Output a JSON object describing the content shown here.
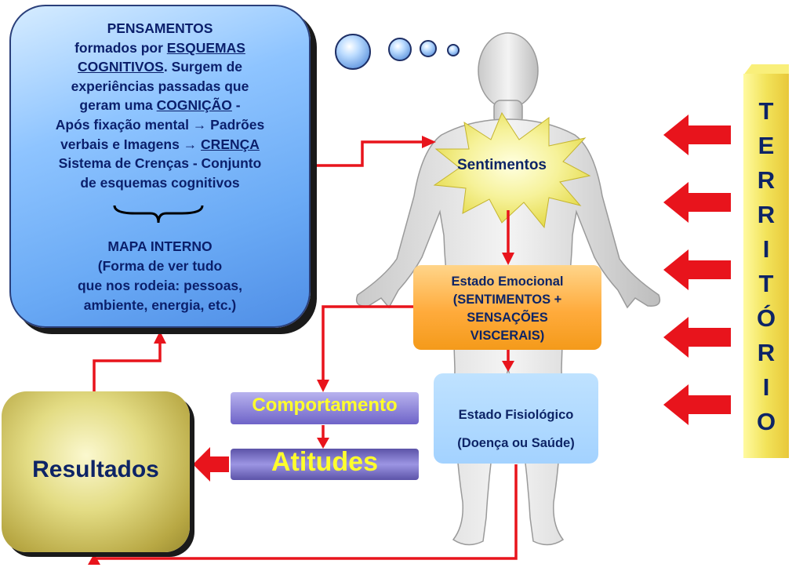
{
  "thoughts_box": {
    "lines": [
      "PENSAMENTOS",
      "formados por ",
      "ESQUEMAS",
      "COGNITIVOS",
      ". Surgem de",
      "experiências passadas que",
      "geram uma ",
      "COGNIÇÃO",
      " -",
      "Após fixação mental → Padrões",
      "verbais e Imagens → ",
      "CRENÇA",
      "Sistema de Crenças - Conjunto",
      "de esquemas cognitivos"
    ],
    "map_lines": [
      "MAPA INTERNO",
      "(Forma de ver tudo",
      "que nos rodeia: pessoas,",
      "ambiente, energia, etc.)"
    ]
  },
  "sentimentos": {
    "label": "Sentimentos"
  },
  "estado_emocional": {
    "lines": [
      "Estado Emocional",
      "(SENTIMENTOS +",
      "SENSAÇÕES",
      "VISCERAIS)"
    ]
  },
  "estado_fisiologico": {
    "title": "Estado Fisiológico",
    "subtitle": "(Doença ou Saúde)"
  },
  "comportamento": {
    "label": "Comportamento"
  },
  "atitudes": {
    "label": "Atitudes"
  },
  "resultados": {
    "label": "Resultados"
  },
  "territorio": {
    "letters": [
      "T",
      "E",
      "R",
      "R",
      "I",
      "T",
      "Ó",
      "R",
      "I",
      "O"
    ]
  },
  "colors": {
    "arrow_red": "#e8141c",
    "text_navy": "#0d2466",
    "label_yellow": "#fffe2c"
  }
}
